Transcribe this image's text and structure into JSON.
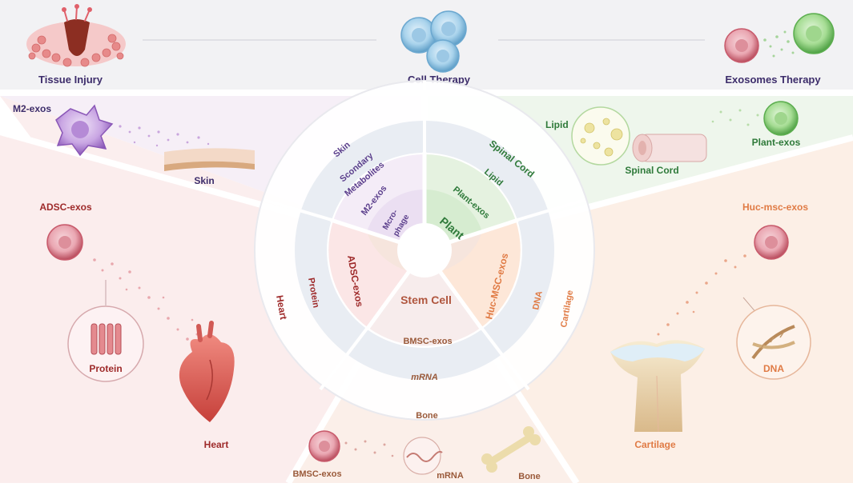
{
  "header": {
    "tissue_injury": "Tissue Injury",
    "cell_therapy": "Cell Therapy",
    "exosomes_therapy": "Exosomes Therapy"
  },
  "panels": {
    "m2_exos": "M2-exos",
    "skin": "Skin",
    "lipid": "Lipid",
    "spinal_cord": "Spinal Cord",
    "plant_exos": "Plant-exos",
    "adsc_exos": "ADSC-exos",
    "protein": "Protein",
    "heart": "Heart",
    "huc_msc_exos": "Huc-msc-exos",
    "dna": "DNA",
    "cartilage": "Cartilage",
    "bmsc_exos": "BMSC-exos",
    "mrna": "mRNA",
    "bone": "Bone"
  },
  "wheel": {
    "outer": {
      "skin": "Skin",
      "spinal_cord": "Spinal Cord",
      "heart": "Heart",
      "cartilage": "Cartilage",
      "bone": "Bone"
    },
    "middle": {
      "secondary_metabolites_1": "Scondary",
      "secondary_metabolites_2": "Metabolites",
      "lipid": "Lipid",
      "protein": "Protein",
      "dna": "DNA",
      "mrna": "mRNA"
    },
    "inner": {
      "m2_exos": "M2-exos",
      "plant_exos": "Plant-exos",
      "adsc_exos": "ADSC-exos",
      "huc_msc_exos": "Huc-MSC-exos",
      "bmsc_exos": "BMSC-exos"
    },
    "core": {
      "macrophage_1": "Mcro-",
      "macrophage_2": "phage",
      "plant": "Plant",
      "stem_cell": "Stem Cell"
    }
  },
  "colors": {
    "skin_purple": "#5b3f8c",
    "plant_green": "#2f7a3a",
    "heart_red": "#9e2a2a",
    "cartilage_orange": "#e07b45",
    "bone_brown": "#9a5a3a",
    "header_bg": "#f2f2f3"
  }
}
